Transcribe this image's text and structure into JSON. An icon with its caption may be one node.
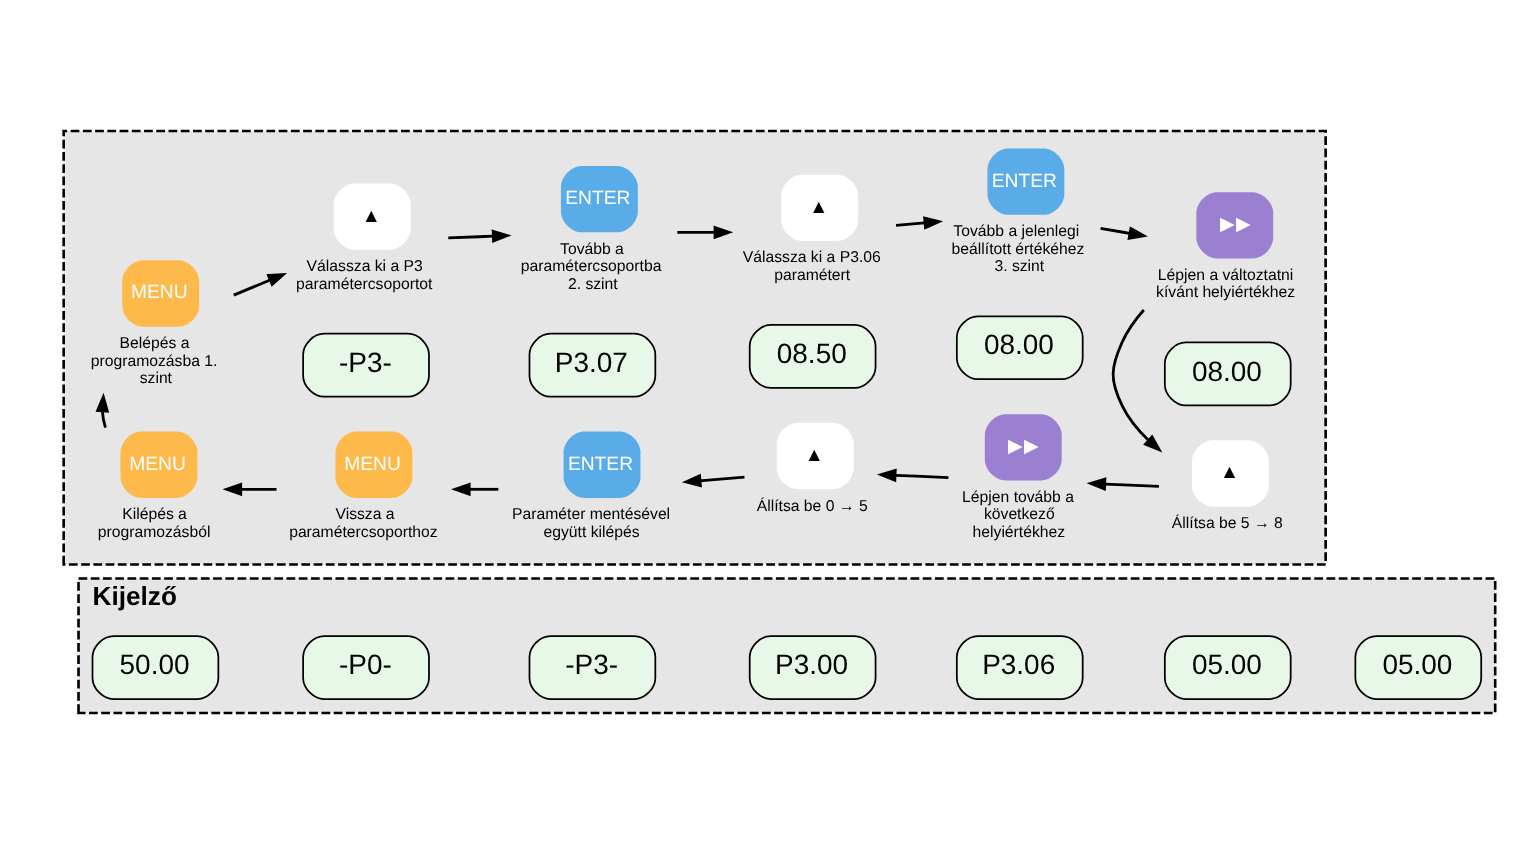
{
  "diagram": {
    "nodes": [
      {
        "text": [
          "Kijelző"
        ]
      },
      {
        "text": [
          "50.00"
        ],
        "in": 0
      },
      {
        "text": [
          "-P0-"
        ],
        "in": 0
      },
      {
        "text": [
          "-P3-"
        ],
        "in": 0
      },
      {
        "text": [
          "P3.00"
        ],
        "in": 0
      },
      {
        "text": [
          "P3.06"
        ],
        "in": 0
      },
      {
        "text": [
          "05.00"
        ],
        "in": 0
      },
      {
        "text": [
          "05.00"
        ],
        "in": 0
      },
      {
        "text": [],
        "shape": "box"
      },
      {
        "text": [
          "MENU"
        ],
        "beside": [
          "Belépés a programozásba 1. szint"
        ],
        "in": 8
      },
      {
        "text": [
          "▲"
        ],
        "beside": [
          "Válassza ki a P3 paramétercsoportot"
        ],
        "in": 8
      },
      {
        "text": [
          "ENTER"
        ],
        "beside": [
          "Tovább a paramétercsoportba 2. szint"
        ],
        "in": 8
      },
      {
        "text": [
          "▲"
        ],
        "beside": [
          "Válassza ki a P3.06 paramétert"
        ],
        "in": 8
      },
      {
        "text": [
          "ENTER"
        ],
        "beside": [
          "Tovább a jelenlegi beállított értékéhez 3. szint"
        ],
        "in": 8
      },
      {
        "text": [
          "▶▶"
        ],
        "beside": [
          "Lépjen a változtatni kívánt helyiértékhez"
        ],
        "in": 8
      },
      {
        "text": [
          "-P3-"
        ],
        "in": 8
      },
      {
        "text": [
          "P3.07"
        ],
        "in": 8
      },
      {
        "text": [
          "08.50"
        ],
        "in": 8
      },
      {
        "text": [
          "08.00"
        ],
        "in": 8
      },
      {
        "text": [
          "08.00"
        ],
        "in": 8
      },
      {
        "text": [
          "MENU"
        ],
        "beside": [
          "Kilépés a programozásból"
        ],
        "in": 8
      },
      {
        "text": [
          "MENU"
        ],
        "beside": [
          "Vissza a paramétercsoporthoz"
        ],
        "in": 8
      },
      {
        "text": [
          "ENTER"
        ],
        "beside": [
          "Paraméter mentésével együtt kilépés"
        ],
        "in": 8
      },
      {
        "text": [
          "▲"
        ],
        "beside": [
          "Állítsa be 0 → 5"
        ],
        "in": 8
      },
      {
        "text": [
          "▶▶"
        ],
        "beside": [
          "Lépjen tovább a következő helyiértékhez"
        ],
        "in": 8
      },
      {
        "text": [
          "▲"
        ],
        "beside": [
          "Állítsa be 5 → 8"
        ],
        "in": 8
      }
    ],
    "edges": [
      {
        "from": 9,
        "to": 10,
        "arrow": "to"
      },
      {
        "from": 10,
        "to": 11,
        "arrow": "to"
      },
      {
        "from": 11,
        "to": 12,
        "arrow": "to"
      },
      {
        "from": 12,
        "to": 13,
        "arrow": "to"
      },
      {
        "from": 13,
        "to": 14,
        "arrow": "to"
      },
      {
        "from": 14,
        "to": 25,
        "arrow": "to"
      },
      {
        "from": 25,
        "to": 24,
        "arrow": "to"
      },
      {
        "from": 24,
        "to": 23,
        "arrow": "to"
      },
      {
        "from": 23,
        "to": 22,
        "arrow": "to"
      },
      {
        "from": 22,
        "to": 21,
        "arrow": "to"
      },
      {
        "from": 21,
        "to": 20,
        "arrow": "to"
      },
      {
        "from": 20,
        "to": 9,
        "arrow": "to"
      }
    ]
  }
}
